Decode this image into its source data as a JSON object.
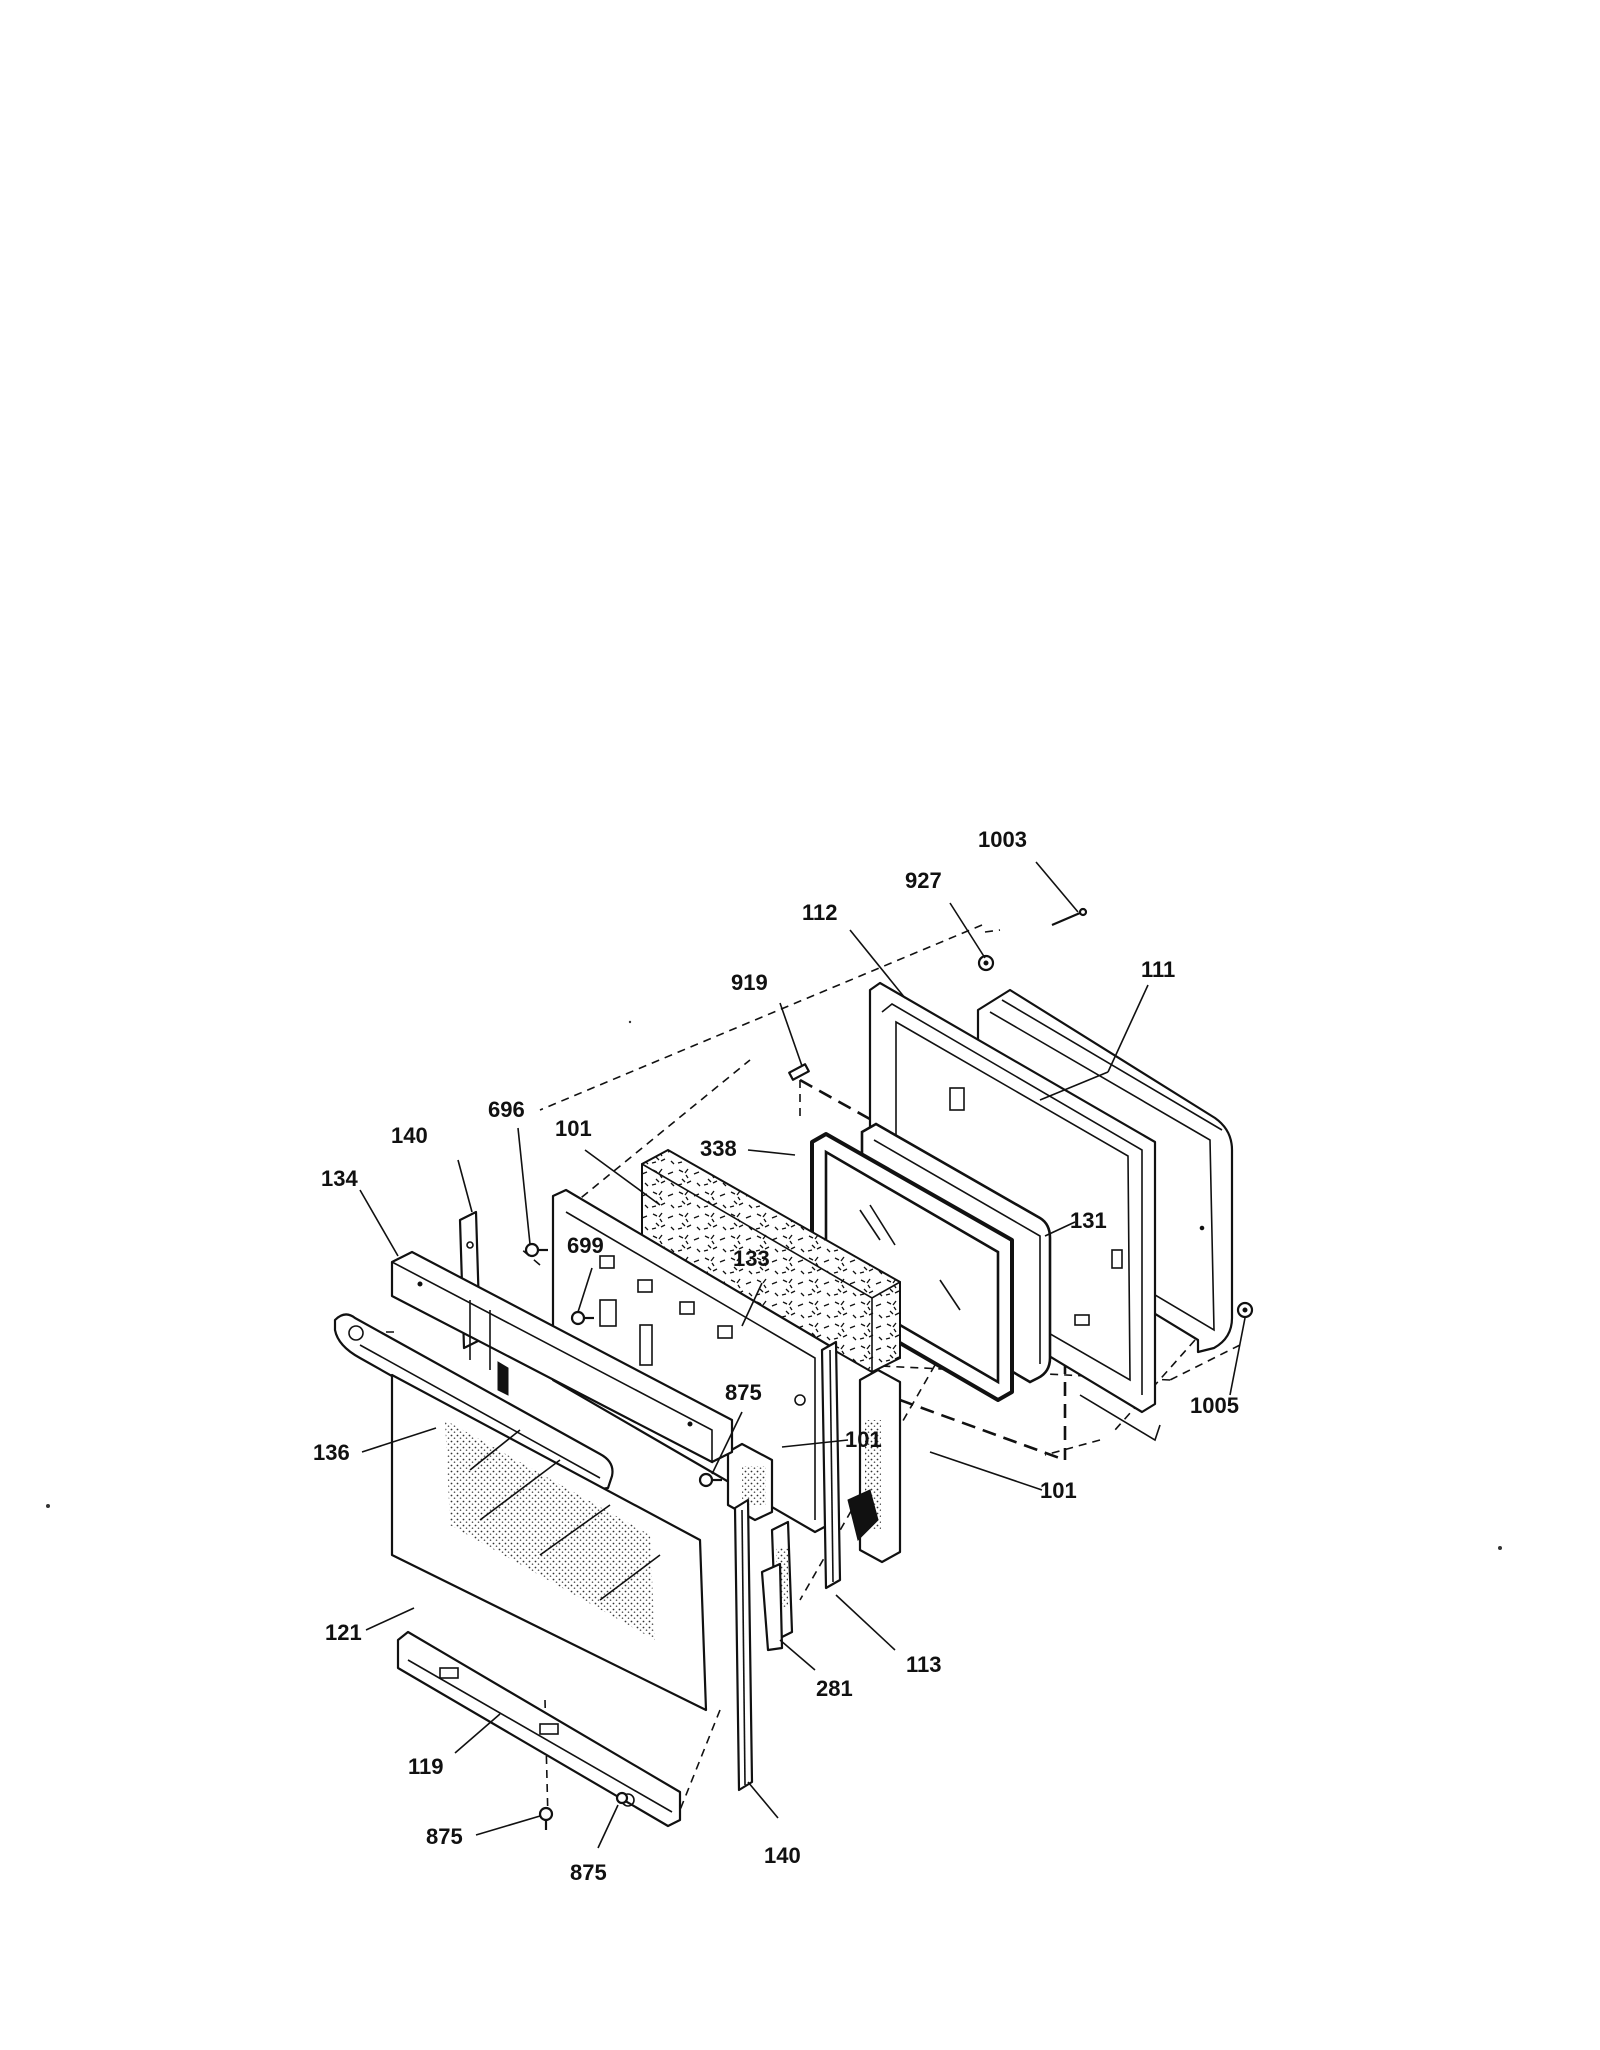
{
  "callouts": [
    {
      "id": "c1003",
      "text": "1003"
    },
    {
      "id": "c927",
      "text": "927"
    },
    {
      "id": "c112",
      "text": "112"
    },
    {
      "id": "c111",
      "text": "111"
    },
    {
      "id": "c919",
      "text": "919"
    },
    {
      "id": "c696",
      "text": "696"
    },
    {
      "id": "c140a",
      "text": "140"
    },
    {
      "id": "c101a",
      "text": "101"
    },
    {
      "id": "c338",
      "text": "338"
    },
    {
      "id": "c134",
      "text": "134"
    },
    {
      "id": "c131",
      "text": "131"
    },
    {
      "id": "c699",
      "text": "699"
    },
    {
      "id": "c133",
      "text": "133"
    },
    {
      "id": "c1005",
      "text": "1005"
    },
    {
      "id": "c875a",
      "text": "875"
    },
    {
      "id": "c101b",
      "text": "101"
    },
    {
      "id": "c136",
      "text": "136"
    },
    {
      "id": "c101c",
      "text": "101"
    },
    {
      "id": "c121",
      "text": "121"
    },
    {
      "id": "c113",
      "text": "113"
    },
    {
      "id": "c281",
      "text": "281"
    },
    {
      "id": "c119",
      "text": "119"
    },
    {
      "id": "c875b",
      "text": "875"
    },
    {
      "id": "c875c",
      "text": "875"
    },
    {
      "id": "c140b",
      "text": "140"
    }
  ]
}
